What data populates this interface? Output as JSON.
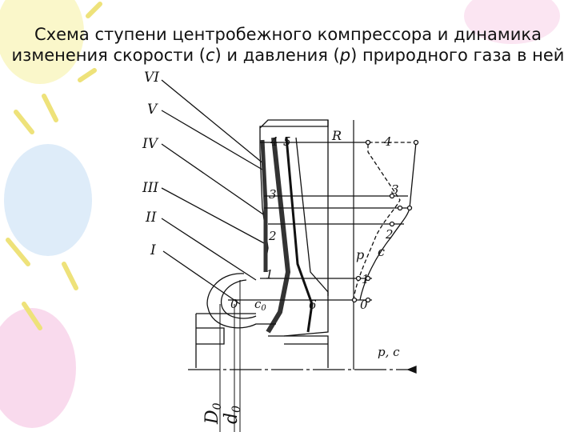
{
  "title": {
    "line1": "Схема ступени центробежного компрессора и динамика",
    "line2_parts": [
      "изменения скорости (",
      "c",
      ") и давления (",
      "p",
      ") природного газа в ней"
    ]
  },
  "diagram": {
    "roman_labels": [
      "VI",
      "V",
      "IV",
      "III",
      "II",
      "I"
    ],
    "section_labels": [
      "4",
      "5",
      "3",
      "2",
      "1",
      "0",
      "6"
    ],
    "c0_label": "c",
    "c0_sub": "0",
    "graph": {
      "axis_r": "R",
      "axis_x": "p, c",
      "point_labels": [
        "4",
        "3",
        "2",
        "1",
        "0"
      ],
      "curve_p": "p",
      "curve_c": "c"
    },
    "dims": {
      "D0": "D",
      "d0": "d",
      "sub": "0"
    }
  },
  "colors": {
    "line": "#111111",
    "bg_pink": "#f6c9e4",
    "bg_yellow": "#f6f2a8",
    "bg_blue": "#cfe3f6",
    "bg_purple": "#e4d2f2"
  }
}
